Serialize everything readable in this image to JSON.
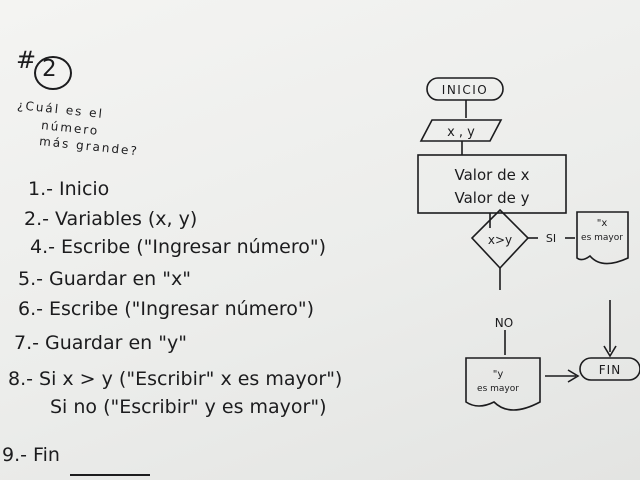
{
  "problem": {
    "hash": "#",
    "number": "2",
    "question_line1": "¿Cuál es el",
    "question_line2": "número",
    "question_line3": "más grande?"
  },
  "steps": [
    {
      "label": "1.- Inicio"
    },
    {
      "label": "2.- Variables (x, y)"
    },
    {
      "label": "4.- Escribe (\"Ingresar número\")"
    },
    {
      "label": "5.- Guardar en \"x\""
    },
    {
      "label": "6.- Escribe (\"Ingresar número\")"
    },
    {
      "label": "7.- Guardar en \"y\""
    },
    {
      "label": "8.- Si x > y (\"Escribir\" x es mayor\")"
    },
    {
      "label": "Si no (\"Escribir\" y es mayor\")"
    },
    {
      "label": "9.- Fin"
    }
  ],
  "flowchart": {
    "start": "INICIO",
    "input": "x , y",
    "process_line1": "Valor de x",
    "process_line2": "Valor de y",
    "decision": "x>y",
    "yes_label": "SI",
    "no_label": "NO",
    "output_x_line1": "\"x",
    "output_x_line2": "es mayor",
    "output_y_line1": "\"y",
    "output_y_line2": "es mayor",
    "end": "FIN"
  }
}
